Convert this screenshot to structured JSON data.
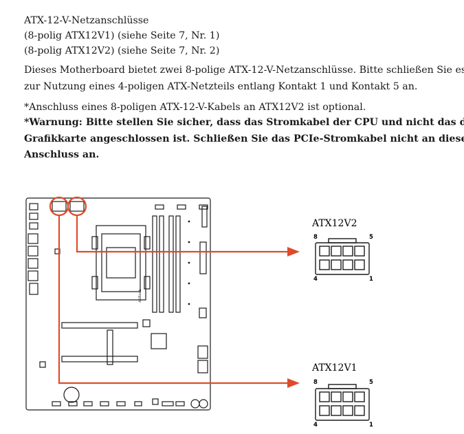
{
  "doc": {
    "heading": "ATX-12-V-Netzanschlüsse",
    "sub1": "(8-polig ATX12V1) (siehe Seite 7, Nr. 1)",
    "sub2": "(8-polig ATX12V2) (siehe Seite 7, Nr. 2)",
    "para1_line1": "Dieses Motherboard bietet zwei 8-polige ATX-12-V-Netzanschlüsse. Bitte schließen Sie es",
    "para1_line2": "zur Nutzung eines 4-poligen ATX-Netzteils entlang Kontakt 1 und Kontakt 5 an.",
    "note": "*Anschluss eines 8-poligen ATX-12-V-Kabels an ATX12V2 ist optional.",
    "warn_line1": "*Warnung: Bitte stellen Sie sicher, dass das Stromkabel der CPU und nicht das der",
    "warn_line2": "Grafikkarte angeschlossen ist. Schließen Sie das PCIe-Stromkabel nicht an diesen",
    "warn_line3": "Anschluss an."
  },
  "figure": {
    "board_brand": "ASRock",
    "connectors": [
      {
        "name": "ATX12V2",
        "pin_top_left": "8",
        "pin_top_right": "5",
        "pin_bottom_left": "4",
        "pin_bottom_right": "1"
      },
      {
        "name": "ATX12V1",
        "pin_top_left": "8",
        "pin_top_right": "5",
        "pin_bottom_left": "4",
        "pin_bottom_right": "1"
      }
    ],
    "colors": {
      "highlight": "#e04a2a",
      "line": "#1a1a1a"
    }
  }
}
